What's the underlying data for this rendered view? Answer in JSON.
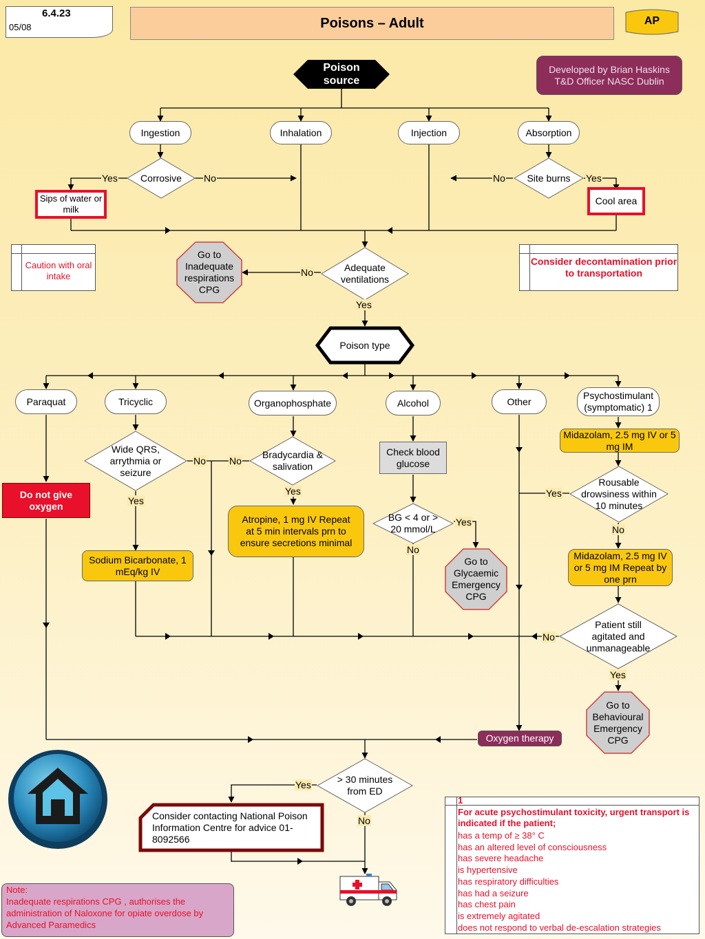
{
  "header": {
    "code": "6.4.23",
    "date": "05/08",
    "title": "Poisons – Adult",
    "badge": "AP",
    "credit": "Developed by Brian Haskins T&D Officer NASC Dublin"
  },
  "colors": {
    "gold": "#f9c80e",
    "cpg_grey": "#cfcfcf",
    "maroon": "#8c2d5a",
    "red": "#e8102a",
    "dark_red": "#7a0a0a"
  },
  "nodes": {
    "poison_source": "Poison source",
    "ingestion": "Ingestion",
    "inhalation": "Inhalation",
    "injection": "Injection",
    "absorption": "Absorption",
    "corrosive": "Corrosive",
    "sips": "Sips of water or milk",
    "site_burns": "Site burns",
    "cool_area": "Cool area",
    "caution": "Caution with oral intake",
    "decontam": "Consider decontamination prior to transportation",
    "inadequate_cpg": "Go to Inadequate respirations CPG",
    "adequate_vent": "Adequate ventilations",
    "poison_type": "Poison type",
    "paraquat": "Paraquat",
    "tricyclic": "Tricyclic",
    "organophosphate": "Organophosphate",
    "alcohol": "Alcohol",
    "other": "Other",
    "psychostimulant": "Psychostimulant (symptomatic) 1",
    "wide_qrs": "Wide QRS, arrythmia or seizure",
    "bradycardia": "Bradycardia & salivation",
    "no_oxygen": "Do not give oxygen",
    "atropine": "Atropine, 1 mg IV Repeat at 5 min intervals prn to ensure secretions minimal",
    "sodium_bicarb": "Sodium Bicarbonate, 1 mEq/kg IV",
    "check_bg": "Check blood glucose",
    "bg_decision": "BG < 4 or > 20 mmol/L",
    "glycaemic_cpg": "Go to Glycaemic Emergency CPG",
    "midazolam1": "Midazolam, 2.5 mg IV or 5 mg IM",
    "rousable": "Rousable drowsiness within 10 minutes",
    "midazolam2": "Midazolam, 2.5 mg IV or 5 mg IM Repeat by one prn",
    "still_agitated": "Patient still agitated and unmanageable",
    "behavioural_cpg": "Go to Behavioural Emergency CPG",
    "oxygen_therapy": "Oxygen therapy",
    "thirty_min": "> 30 minutes from ED",
    "poison_centre": "Consider contacting National Poison Information Centre for advice 01- 8092566"
  },
  "labels": {
    "yes": "Yes",
    "no": "No"
  },
  "note": {
    "title": "Note:",
    "text": "Inadequate respirations CPG , authorises the administration of Naloxone for opiate overdose by Advanced Paramedics"
  },
  "footnote": {
    "number": "1",
    "heading": "For acute psychostimulant toxicity, urgent transport is indicated if the patient;",
    "items": [
      "has a temp of ≥ 38° C",
      "has an altered level of consciousness",
      "has severe headache",
      "is hypertensive",
      "has respiratory difficulties",
      "has had a seizure",
      "has chest pain",
      "is extremely agitated",
      "does not respond to verbal de-escalation strategies"
    ]
  },
  "icons": {
    "home": "home-icon",
    "ambulance": "ambulance-icon"
  }
}
